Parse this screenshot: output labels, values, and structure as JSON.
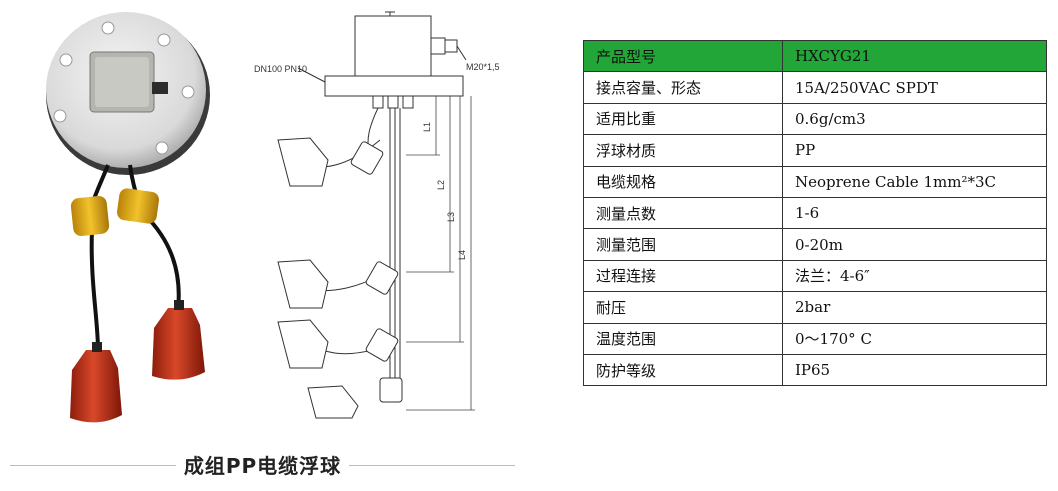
{
  "diagram": {
    "flange_label": "DN100 PN10",
    "thread_label": "M20*1,5",
    "dimension_labels": [
      "L1",
      "L2",
      "L3",
      "L4"
    ]
  },
  "caption": "成组PP电缆浮球",
  "spec_table": [
    {
      "key": "产品型号",
      "value": "HXCYG21"
    },
    {
      "key": "接点容量、形态",
      "value": "15A/250VAC SPDT"
    },
    {
      "key": "适用比重",
      "value": "0.6g/cm3"
    },
    {
      "key": "浮球材质",
      "value": "PP"
    },
    {
      "key": "电缆规格",
      "value": "Neoprene Cable 1mm²*3C"
    },
    {
      "key": "测量点数",
      "value": "1-6"
    },
    {
      "key": "测量范围",
      "value": "0-20m"
    },
    {
      "key": "过程连接",
      "value": "法兰：4-6″"
    },
    {
      "key": "耐压",
      "value": "2bar"
    },
    {
      "key": "温度范围",
      "value": "0～170° C"
    },
    {
      "key": "防护等级",
      "value": "IP65"
    }
  ],
  "colors": {
    "header_green": "#22a637",
    "float_red": "#c8381a",
    "weight_yellow": "#e7b21c"
  }
}
